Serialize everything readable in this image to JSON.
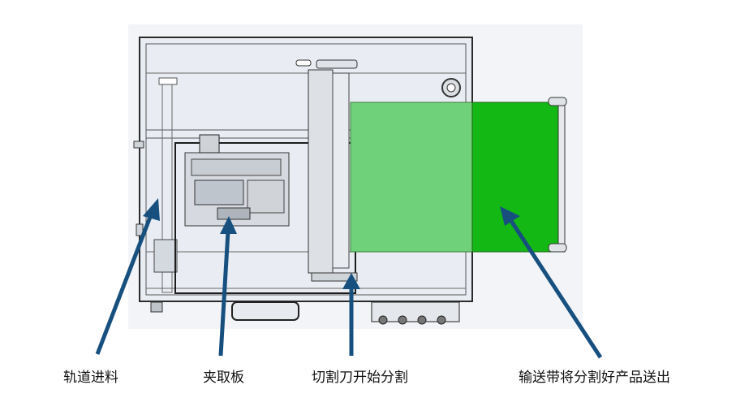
{
  "labels": {
    "rail_feed": "轨道进料",
    "clamp_plate": "夹取板",
    "cutter_start": "切割刀开始分割",
    "conveyor_out": "输送带将分割好产品送出"
  },
  "colors": {
    "frame_fill": "#e9edf3",
    "frame_line": "#2b2b2b",
    "conveyor_bright": "#14b814",
    "conveyor_light": "#6fd27a",
    "arrow": "#17507f"
  }
}
